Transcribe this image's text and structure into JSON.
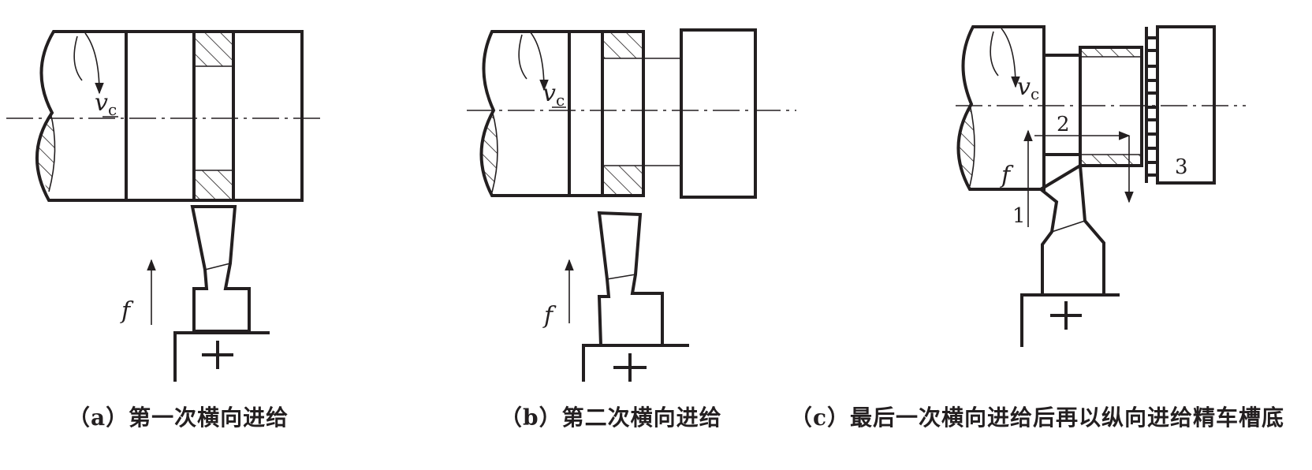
{
  "captions": {
    "a": "（a）第一次横向进给",
    "b": "（b）第二次横向进给",
    "c": "（c）最后一次横向进给后再以纵向进给精车槽底"
  },
  "labels": {
    "cutting_speed_symbol": "v",
    "cutting_speed_subscript": "c",
    "feed_symbol": "f",
    "step_1": "1",
    "step_2": "2",
    "step_3": "3"
  },
  "colors": {
    "line": "#231f20",
    "background": "#ffffff"
  },
  "icons": {
    "tool_post": "plus-icon"
  }
}
